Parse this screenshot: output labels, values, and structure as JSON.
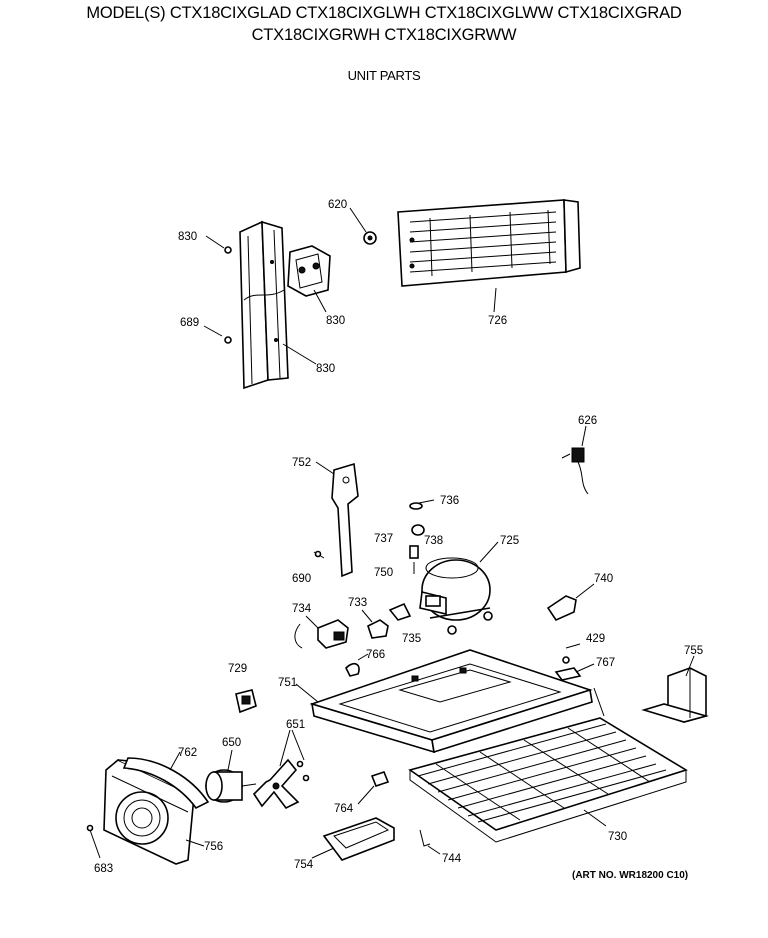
{
  "header": {
    "model_line1": "MODEL(S) CTX18CIXGLAD  CTX18CIXGLWH  CTX18CIXGLWW  CTX18CIXGRAD",
    "model_line2": "CTX18CIXGRWH  CTX18CIXGRWW",
    "section": "UNIT PARTS"
  },
  "art_no": "(ART NO. WR18200 C10)",
  "callouts": [
    "830",
    "620",
    "726",
    "830",
    "689",
    "830",
    "626",
    "752",
    "736",
    "737",
    "738",
    "725",
    "690",
    "750",
    "740",
    "734",
    "733",
    "735",
    "429",
    "767",
    "755",
    "729",
    "766",
    "751",
    "651",
    "650",
    "762",
    "764",
    "730",
    "683",
    "756",
    "754",
    "744"
  ]
}
